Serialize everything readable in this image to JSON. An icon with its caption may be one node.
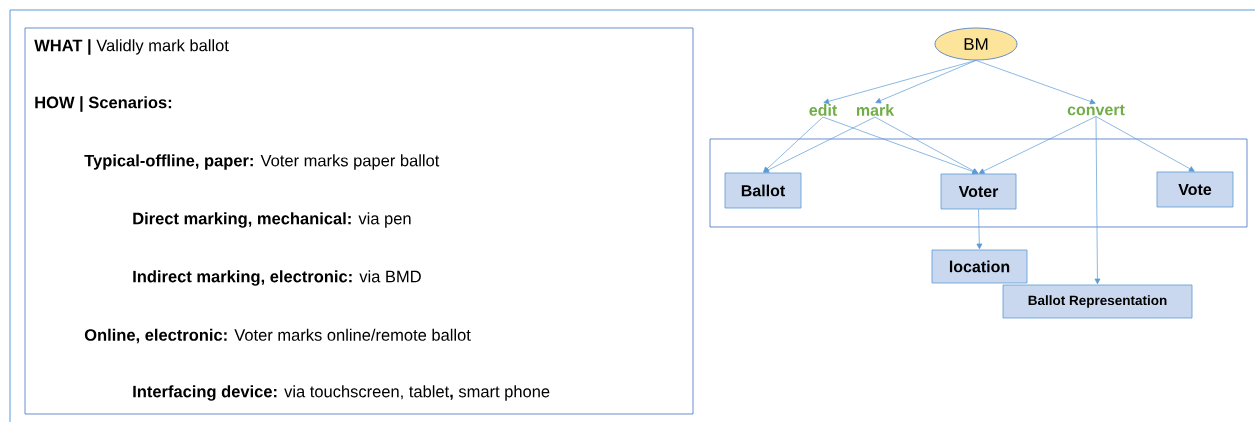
{
  "diagram": {
    "nodes": [
      {
        "text": [
          "**WHAT |** Validly mark ballot",
          "HOW | Scenarios:",
          "**Typical-offline, paper:** Voter marks paper ballot",
          "**Direct marking, mechanical:** via pen",
          "**Indirect marking, electronic:** via BMD",
          "**Online, electronic:** Voter marks online/remote ballot",
          "**Interfacing device:** via touchscreen, tablet**,** smart phone"
        ]
      },
      {
        "text": [
          "BM"
        ]
      },
      {
        "text": [
          "edit"
        ]
      },
      {
        "text": [
          "mark"
        ]
      },
      {
        "text": [
          "convert"
        ]
      },
      {
        "text": [],
        "shape": "box"
      },
      {
        "text": [
          "Ballot"
        ],
        "in": 5
      },
      {
        "text": [
          "Voter"
        ],
        "in": 5
      },
      {
        "text": [
          "Vote"
        ],
        "in": 5
      },
      {
        "text": [
          "location"
        ]
      },
      {
        "text": [
          "Ballot Representation"
        ]
      }
    ],
    "edges": [
      {
        "from": 1,
        "to": 2,
        "arrow": "to"
      },
      {
        "from": 1,
        "to": 3,
        "arrow": "to"
      },
      {
        "from": 1,
        "to": 4,
        "arrow": "to"
      },
      {
        "from": 2,
        "to": 6,
        "arrow": "to"
      },
      {
        "from": 2,
        "to": 7,
        "arrow": "to"
      },
      {
        "from": 3,
        "to": 6,
        "arrow": "to"
      },
      {
        "from": 3,
        "to": 7,
        "arrow": "to"
      },
      {
        "from": 4,
        "to": 7,
        "arrow": "to"
      },
      {
        "from": 4,
        "to": 8,
        "arrow": "to"
      },
      {
        "from": 4,
        "to": 10,
        "arrow": "to"
      },
      {
        "from": 7,
        "to": 9,
        "arrow": "to"
      }
    ]
  }
}
